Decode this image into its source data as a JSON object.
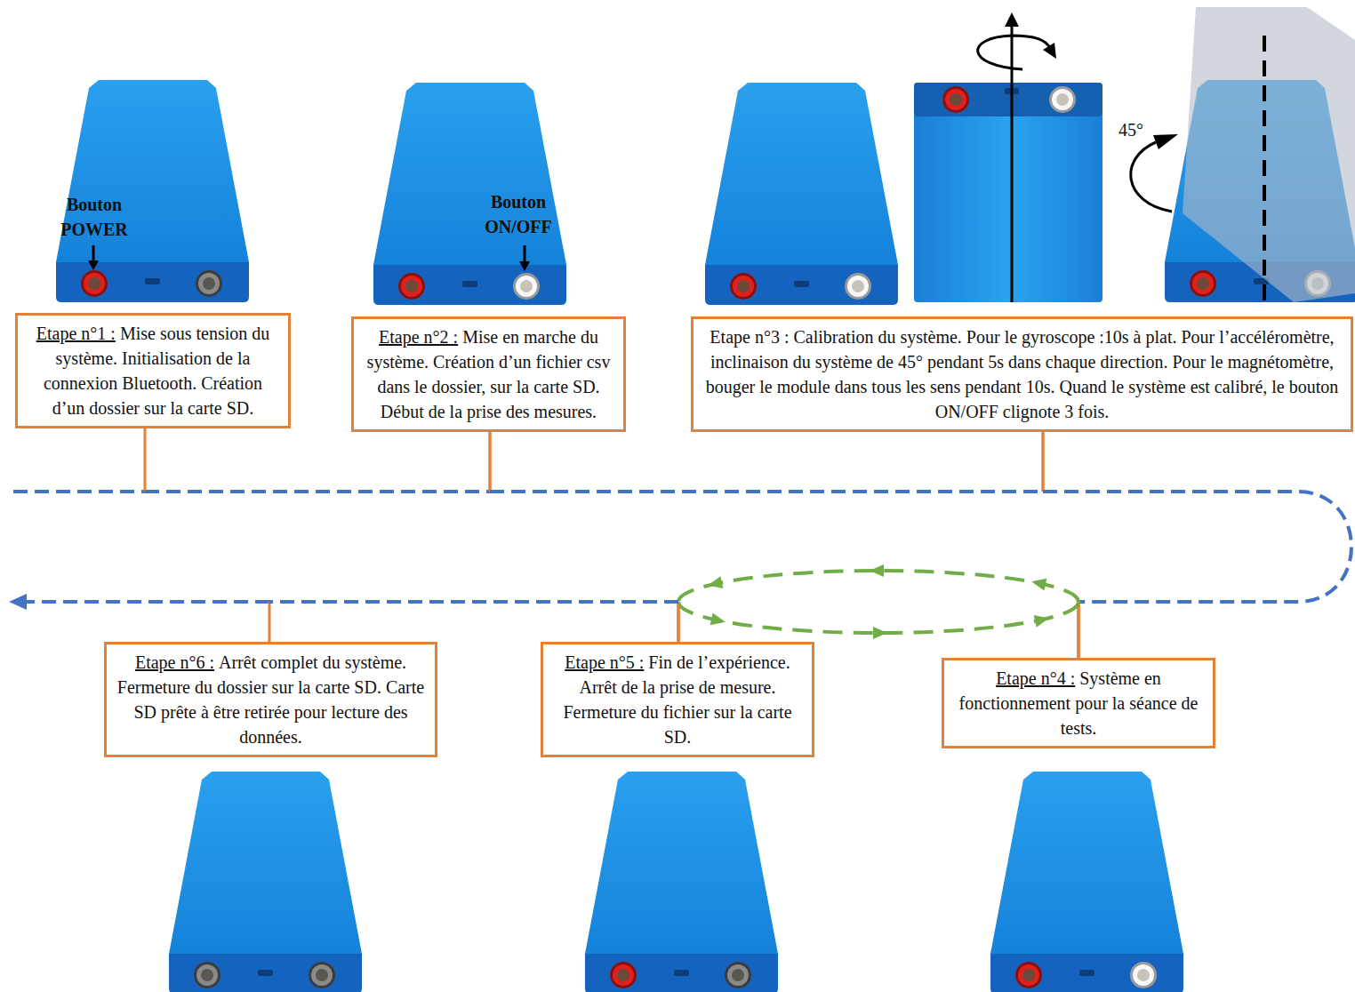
{
  "diagram": {
    "nodes": [
      {
        "text": [
          "Etape n°1 :",
          "Mise sous tension du système. Initialisation de la connexion Bluetooth. Création d’un dossier sur la carte SD."
        ]
      },
      {
        "text": [
          "Etape n°2 :",
          "Mise en marche du système. Création d’un fichier csv dans le dossier, sur la carte SD. Début de la prise des mesures."
        ]
      },
      {
        "text": [
          "Etape n°3 :",
          "Calibration du système. Pour le gyroscope :10s à plat. Pour l’accéléromètre, inclinaison du système de 45° pendant 5s dans chaque direction. Pour le magnétomètre, bouger le module dans tous les sens pendant 10s. Quand le système est calibré, le bouton ON/OFF clignote 3 fois."
        ]
      },
      {
        "text": [
          "Etape n°4 :",
          "Système en fonctionnement pour la séance de tests."
        ]
      },
      {
        "text": [
          "Etape n°5 :",
          "Fin de l’expérience. Arrêt de la prise de mesure. Fermeture du fichier sur la carte SD."
        ]
      },
      {
        "text": [
          "Etape n°6 :",
          "Arrêt complet du système. Fermeture du dossier sur la carte SD. Carte SD prête à être retirée pour lecture des données."
        ]
      }
    ],
    "edges": [
      {
        "from": 0,
        "to": 1,
        "arrow": "none"
      },
      {
        "from": 1,
        "to": 2,
        "arrow": "none"
      },
      {
        "from": 2,
        "to": 3,
        "arrow": "none"
      },
      {
        "from": 3,
        "to": 4,
        "arrow": "to"
      },
      {
        "from": 4,
        "to": 3,
        "arrow": "to"
      },
      {
        "from": 4,
        "to": 5,
        "arrow": "none"
      }
    ],
    "labels": [
      "Bouton POWER",
      "Bouton ON/OFF",
      "45°"
    ]
  }
}
